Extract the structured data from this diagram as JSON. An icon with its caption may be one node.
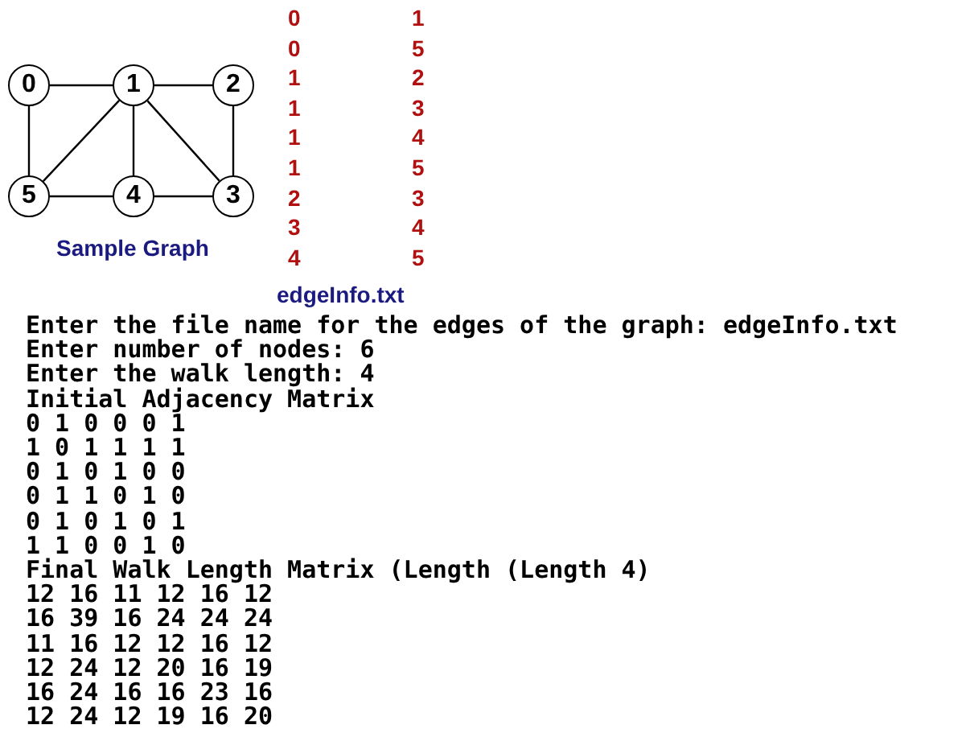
{
  "diagram": {
    "nodes": [
      {
        "text": [
          "0"
        ]
      },
      {
        "text": [
          "1"
        ]
      },
      {
        "text": [
          "2"
        ]
      },
      {
        "text": [
          "3"
        ]
      },
      {
        "text": [
          "4"
        ]
      },
      {
        "text": [
          "5"
        ]
      }
    ],
    "edges": [
      {
        "from": 0,
        "to": 1,
        "arrow": "none"
      },
      {
        "from": 0,
        "to": 5,
        "arrow": "none"
      },
      {
        "from": 1,
        "to": 2,
        "arrow": "none"
      },
      {
        "from": 1,
        "to": 3,
        "arrow": "none"
      },
      {
        "from": 1,
        "to": 4,
        "arrow": "none"
      },
      {
        "from": 1,
        "to": 5,
        "arrow": "none"
      },
      {
        "from": 2,
        "to": 3,
        "arrow": "none"
      },
      {
        "from": 3,
        "to": 4,
        "arrow": "none"
      },
      {
        "from": 4,
        "to": 5,
        "arrow": "none"
      }
    ],
    "labels": [
      "Sample Graph",
      "0",
      "1",
      "0",
      "5",
      "1",
      "2",
      "1",
      "3",
      "1",
      "4",
      "1",
      "5",
      "2",
      "3",
      "3",
      "4",
      "4",
      "5",
      "edgeInfo.txt",
      "Enter the file name for the edges of the graph: edgeInfo.txt",
      "Enter number of nodes: 6",
      "Enter the walk length: 4",
      "Initial Adjacency Matrix",
      "0 1 0 0 0 1",
      "1 0 1 1 1 1",
      "0 1 0 1 0 0",
      "0 1 1 0 1 0",
      "0 1 0 1 0 1",
      "1 1 0 0 1 0",
      "Final Walk Length Matrix (Length (Length 4)",
      "12 16 11 12 16 12",
      "16 39 16 24 24 24",
      "11 16 12 12 16 12",
      "12 24 12 20 16 19",
      "16 24 16 16 23 16",
      "12 24 12 19 16 20"
    ]
  }
}
